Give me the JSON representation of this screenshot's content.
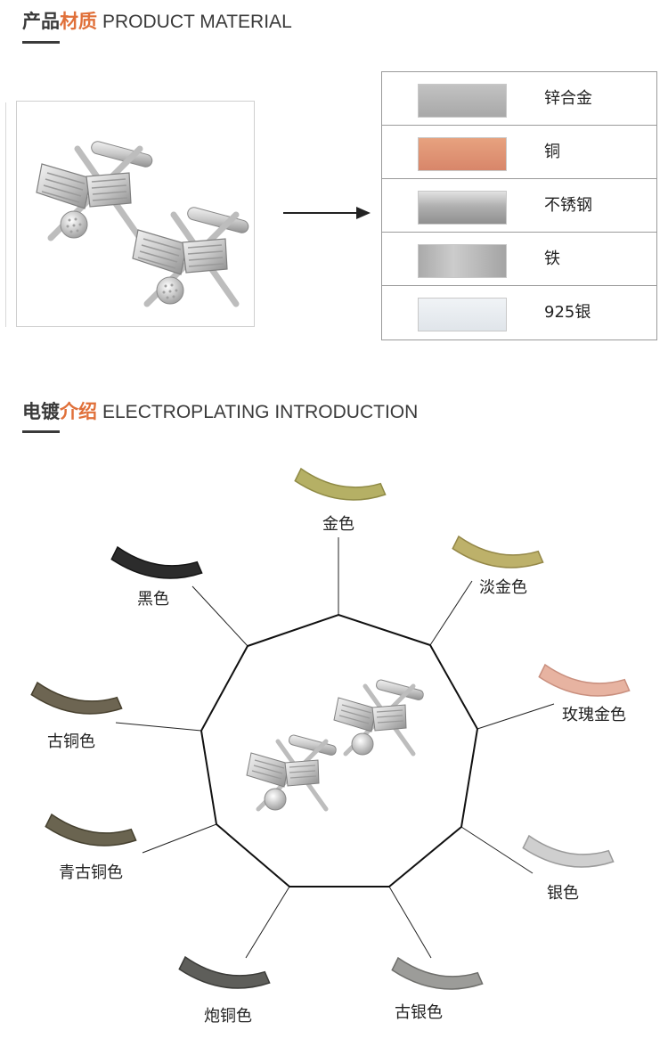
{
  "section_material": {
    "title_cn_a": "产品",
    "title_cn_b": "材质",
    "title_en": "PRODUCT MATERIAL",
    "accent_color": "#e0703a"
  },
  "materials": [
    {
      "label": "锌合金",
      "color_top": "#c2c2c2",
      "color_bottom": "#a8a8a8"
    },
    {
      "label": "铜",
      "color_top": "#e7a27f",
      "color_bottom": "#d8866a"
    },
    {
      "label": "不锈钢",
      "color_top": "#d0d0d0",
      "color_bottom": "#9a9a9a"
    },
    {
      "label": "铁",
      "color_top": "#c6c6c6",
      "color_bottom": "#a4a4a4"
    },
    {
      "label": "925银",
      "color_top": "#f0f3f6",
      "color_bottom": "#e0e5ea"
    }
  ],
  "section_plating": {
    "title_cn_a": "电镀",
    "title_cn_b": "介绍",
    "title_en": "ELECTROPLATING INTRODUCTION"
  },
  "platings": [
    {
      "label": "金色",
      "color": "#b5b065",
      "edge": "#8f8a45"
    },
    {
      "label": "淡金色",
      "color": "#bdb16a",
      "edge": "#948747"
    },
    {
      "label": "玫瑰金色",
      "color": "#e7b3a1",
      "edge": "#c98f7e"
    },
    {
      "label": "银色",
      "color": "#cfcfcf",
      "edge": "#9a9a9a"
    },
    {
      "label": "古银色",
      "color": "#9c9c99",
      "edge": "#6f6f6c"
    },
    {
      "label": "炮铜色",
      "color": "#5e5e5a",
      "edge": "#3c3c39"
    },
    {
      "label": "青古铜色",
      "color": "#6a6450",
      "edge": "#45402f"
    },
    {
      "label": "古铜色",
      "color": "#6d6552",
      "edge": "#48412f"
    },
    {
      "label": "黑色",
      "color": "#2c2c2c",
      "edge": "#151515"
    }
  ]
}
